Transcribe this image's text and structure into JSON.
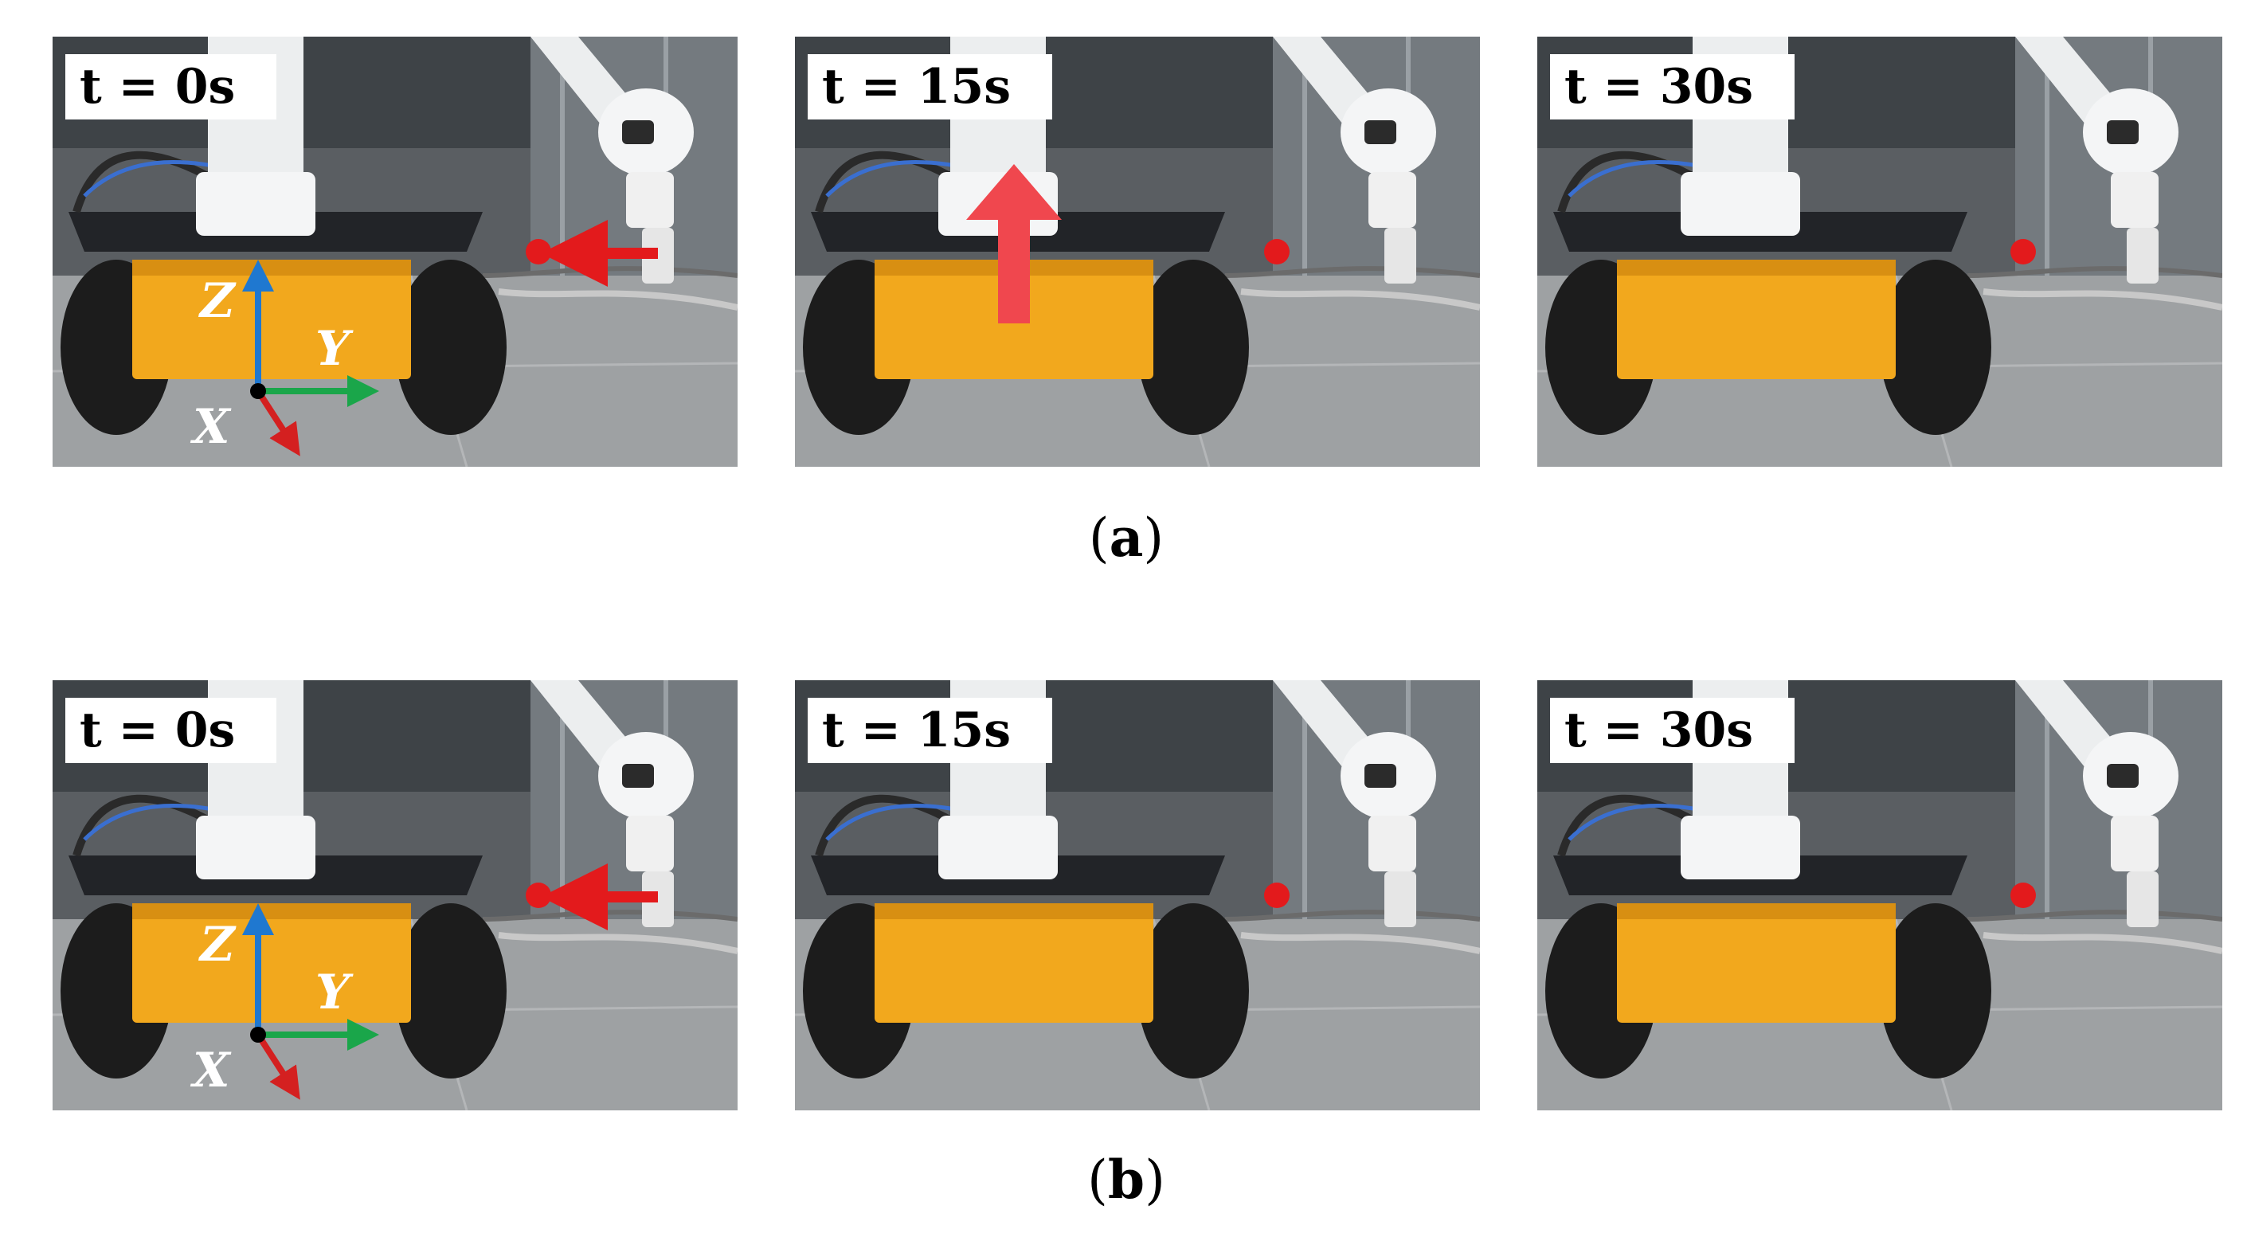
{
  "rows": [
    {
      "caption_letter": "a",
      "panels": [
        {
          "time_label": "t = 0s"
        },
        {
          "time_label": "t = 15s"
        },
        {
          "time_label": "t = 30s"
        }
      ]
    },
    {
      "caption_letter": "b",
      "panels": [
        {
          "time_label": "t = 0s"
        },
        {
          "time_label": "t = 15s"
        },
        {
          "time_label": "t = 30s"
        }
      ]
    }
  ],
  "axes": {
    "z": "Z",
    "y": "Y",
    "x": "X"
  },
  "colors": {
    "target_marker": "#e31a1c",
    "arrow": "#e31a1c",
    "axis_z": "#1f78d0",
    "axis_y": "#1aa64a",
    "axis_x": "#d42020",
    "robot_base": "#f2a81d"
  }
}
